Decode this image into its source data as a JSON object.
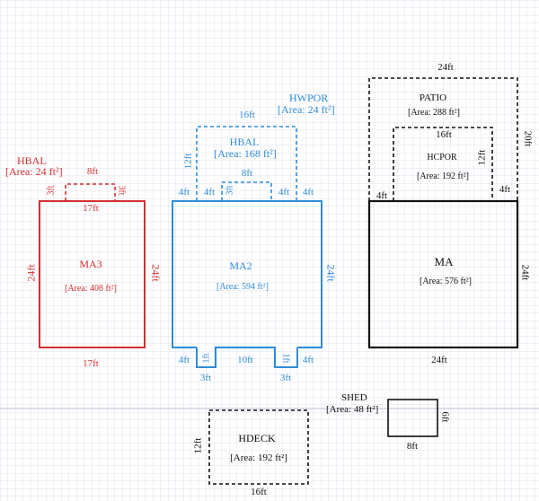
{
  "colors": {
    "red": "#d32f2f",
    "blue": "#2f8bd8",
    "black": "#111111",
    "grid": "#c8cce0"
  },
  "ma3": {
    "name": "MA3",
    "area": "[Area: 408 ft²]",
    "top": "17ft",
    "bottom": "17ft",
    "left": "24ft",
    "right": "24ft",
    "hbal_name": "HBAL",
    "hbal_area": "[Area: 24 ft²]",
    "hbal_w": "8ft",
    "hbal_h_left": "3ft",
    "hbal_h_right": "3ft"
  },
  "ma2": {
    "name": "MA2",
    "area": "[Area: 594 ft²]",
    "right": "24ft",
    "top_left_4": "4ft",
    "top_left_inner_4": "4ft",
    "top_right_inner_4": "4ft",
    "top_right_4": "4ft",
    "bal_w": "8ft",
    "bal_h": "3ft",
    "hbal_name": "HBAL",
    "hbal_area": "[Area: 168 ft²]",
    "hbal_w": "16ft",
    "hbal_h": "12ft",
    "hwpor_name": "HWPOR",
    "hwpor_area": "[Area: 24 ft²]",
    "bottom_left_4": "4ft",
    "bottom_mid": "10ft",
    "bottom_right_4": "4ft",
    "notch_left_h": "1ft",
    "notch_right_h": "1ft",
    "notch_left_w": "3ft",
    "notch_right_w": "3ft"
  },
  "ma": {
    "name": "MA",
    "area": "[Area: 576 ft²]",
    "bottom": "24ft",
    "right": "24ft",
    "patio_name": "PATIO",
    "patio_area": "[Area: 288 ft²]",
    "patio_top": "24ft",
    "patio_right": "20ft",
    "hcpor_name": "HCPOR",
    "hcpor_area": "[Area: 192 ft²]",
    "hcpor_top": "16ft",
    "hcpor_right": "12ft",
    "left_4": "4ft",
    "right_4": "4ft"
  },
  "shed": {
    "name": "SHED",
    "area": "[Area: 48 ft²]",
    "w": "8ft",
    "h": "6ft"
  },
  "hdeck": {
    "name": "HDECK",
    "area": "[Area: 192 ft²]",
    "w": "16ft",
    "h": "12ft"
  }
}
